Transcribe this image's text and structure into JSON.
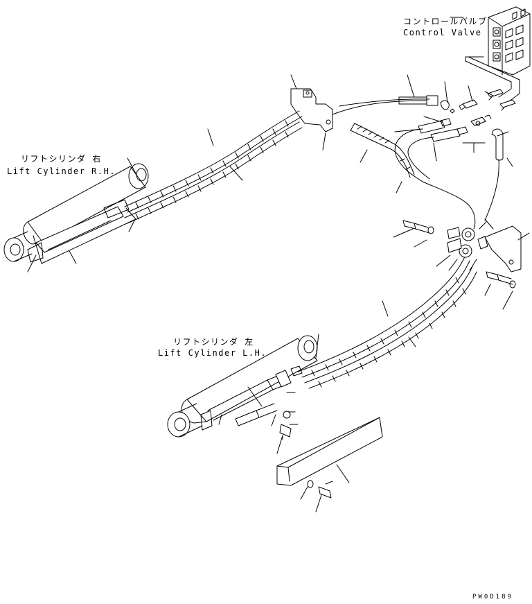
{
  "labels": {
    "control_valve_jp": "コントロールバルブ",
    "control_valve_en": "Control Valve",
    "lift_cyl_rh_jp": "リフトシリンダ 右",
    "lift_cyl_rh_en": "Lift Cylinder R.H.",
    "lift_cyl_lh_jp": "リフトシリンダ 左",
    "lift_cyl_lh_en": "Lift Cylinder L.H."
  },
  "drawing_code": "PW0D189"
}
